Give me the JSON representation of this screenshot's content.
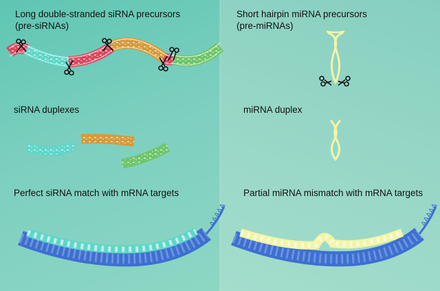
{
  "labels": {
    "pre_sirna": "Long double-stranded siRNA precursors\n(pre-siRNAs)",
    "pre_mirna": "Short hairpin miRNA precursors\n(pre-miRNAs)",
    "sirna_duplexes": "siRNA duplexes",
    "mirna_duplex": "miRNA duplex",
    "perfect_match": "Perfect siRNA match with mRNA targets",
    "partial_mismatch": "Partial miRNA mismatch with mRNA targets",
    "polya_left": "AAAAA",
    "polya_right": "AAAAA"
  },
  "colors": {
    "left_bg": "#6ccab8",
    "right_bg": "#95d5c5",
    "cyan_strand": "#5fd6c8",
    "red_strand": "#d9485f",
    "orange_strand": "#d59a3a",
    "green_strand": "#6fc56a",
    "hairpin": "#f2f5a8",
    "mrna_blue": "#3d6fd1",
    "scissors": "#111111"
  }
}
